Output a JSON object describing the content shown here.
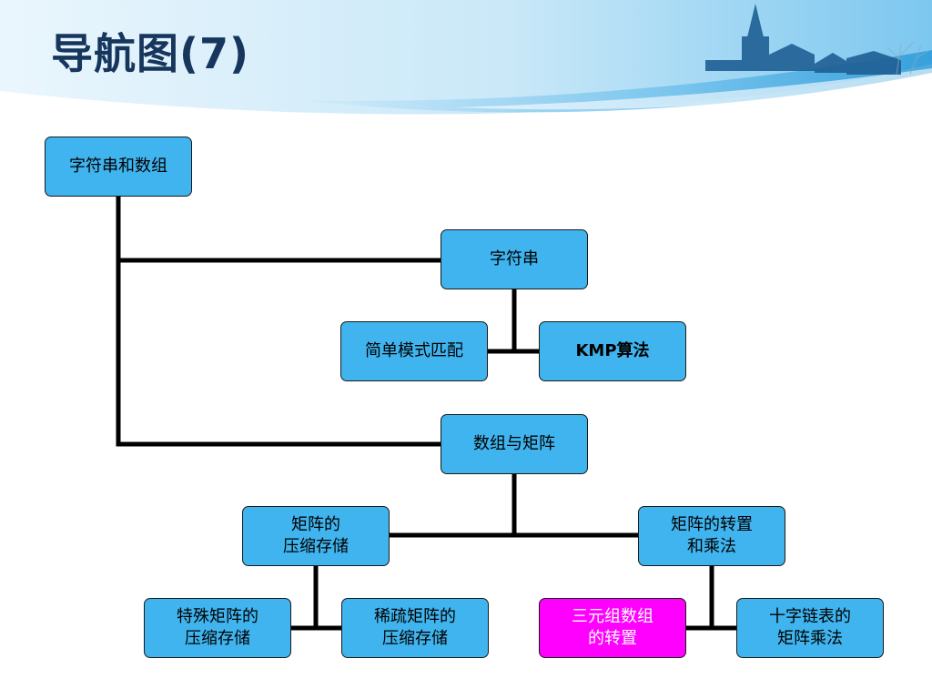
{
  "slide": {
    "title": "导航图(7)"
  },
  "colors": {
    "node_fill": "#40b4ee",
    "highlight_fill": "#ff00ff",
    "title": "#17365d",
    "connector": "#000000"
  },
  "nodes": {
    "root": "字符串和数组",
    "string": "字符串",
    "simple_match": "简单模式匹配",
    "kmp": "KMP算法",
    "array_matrix": "数组与矩阵",
    "matrix_compress": "矩阵的\n压缩存储",
    "matrix_transpose_mul": "矩阵的转置\n和乘法",
    "special_matrix": "特殊矩阵的\n压缩存储",
    "sparse_matrix": "稀疏矩阵的\n压缩存储",
    "triple_transpose": "三元组数组\n的转置",
    "cross_list": "十字链表的\n矩阵乘法"
  },
  "highlighted_node": "triple_transpose"
}
